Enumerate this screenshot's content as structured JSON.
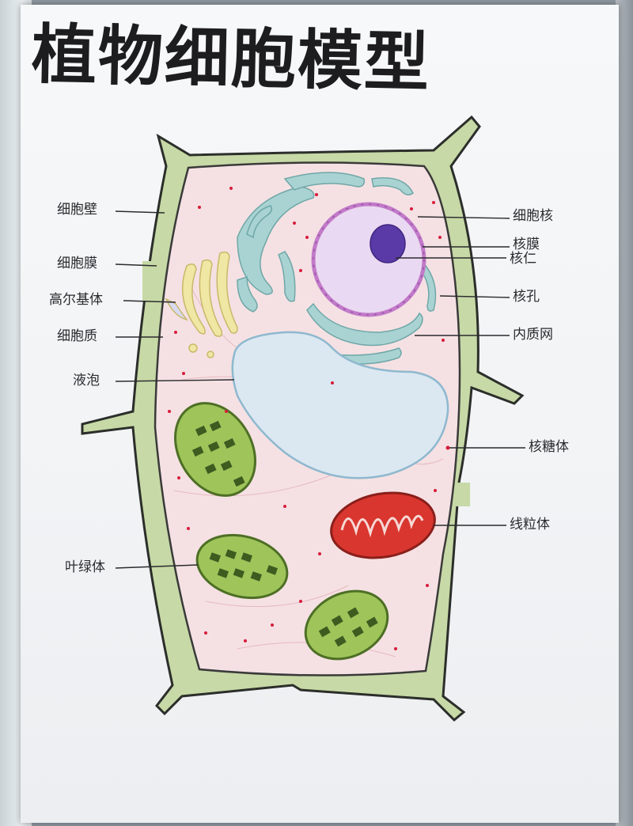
{
  "title": "植物细胞模型",
  "labels": {
    "cell_wall": "细胞壁",
    "cell_membrane": "细胞膜",
    "golgi": "高尔基体",
    "cytoplasm": "细胞质",
    "vacuole": "液泡",
    "chloroplast": "叶绿体",
    "nucleus": "细胞核",
    "nuclear_envelope": "核膜",
    "nucleolus": "核仁",
    "nuclear_pore": "核孔",
    "er": "内质网",
    "ribosome": "核糖体",
    "mitochondrion": "线粒体"
  },
  "colors": {
    "cell_wall": "#c7d9a6",
    "cytoplasm": "#f5e1e3",
    "nucleus": "#ead9f2",
    "nuclear_envelope": "#c27ac9",
    "nucleolus": "#5a3aa6",
    "er": "#a9d3d2",
    "golgi": "#efe7a3",
    "vacuole": "#dbe8f1",
    "chloroplast": "#6f9d3a",
    "mitochondrion": "#d9362f",
    "ribosome": "#d81b3a"
  }
}
